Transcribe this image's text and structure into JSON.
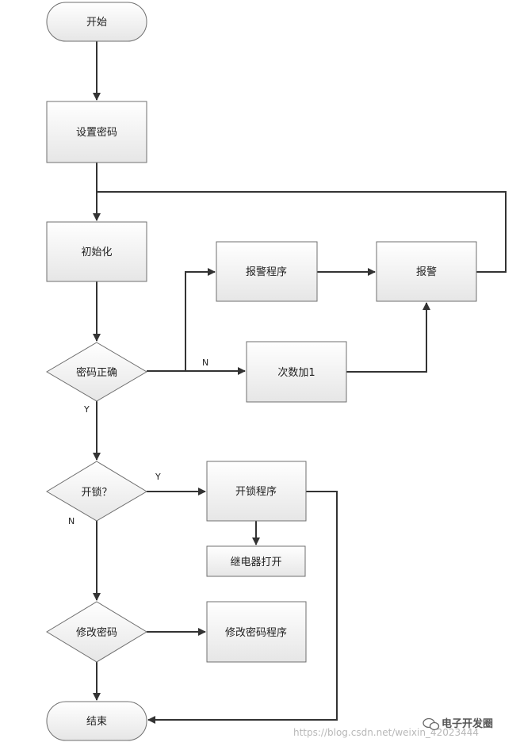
{
  "nodes": {
    "start": "开始",
    "set_password": "设置密码",
    "init": "初始化",
    "password_correct": "密码正确",
    "alarm_program": "报警程序",
    "alarm": "报警",
    "count_plus_one": "次数加1",
    "unlock_q": "开锁？",
    "unlock_program": "开锁程序",
    "relay_open": "继电器打开",
    "change_password": "修改密码",
    "change_password_program": "修改密码程序",
    "end": "结束"
  },
  "edge_labels": {
    "password_no": "N",
    "password_yes": "Y",
    "unlock_yes": "Y",
    "unlock_no": "N"
  },
  "watermark": {
    "url": "https://blog.csdn.net/weixin_42023444",
    "brand": "电子开发圈"
  }
}
